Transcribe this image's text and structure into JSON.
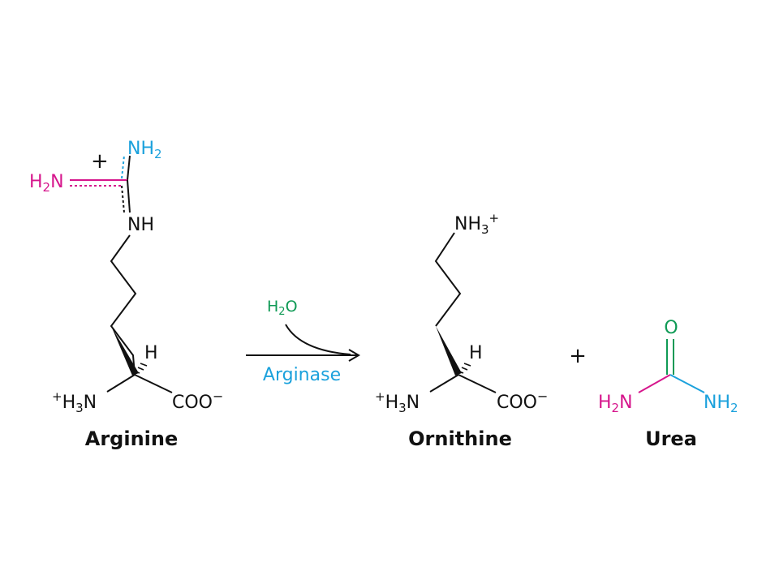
{
  "colors": {
    "ink": "#111111",
    "magenta": "#d6168c",
    "cyan": "#1ba1dc",
    "green": "#0f9a55"
  },
  "arginine": {
    "name": "Arginine",
    "nh2_top": "NH",
    "nh2_top_sub": "2",
    "h2n_left": "H",
    "h2n_left_sub": "2",
    "h2n_left_end": "N",
    "nh": "NH",
    "charge": "+",
    "alpha_h": "H",
    "amine_charge": "+",
    "amine_h": "H",
    "amine_sub": "3",
    "amine_n": "N",
    "carboxylate": "COO",
    "carboxylate_charge": "−"
  },
  "reaction": {
    "water_h": "H",
    "water_sub": "2",
    "water_o": "O",
    "enzyme": "Arginase"
  },
  "ornithine": {
    "name": "Ornithine",
    "amine_top": "NH",
    "amine_top_sub": "3",
    "amine_top_charge": "+",
    "alpha_h": "H",
    "amine_charge": "+",
    "amine_h": "H",
    "amine_sub": "3",
    "amine_n": "N",
    "carboxylate": "COO",
    "carboxylate_charge": "−"
  },
  "plus": "+",
  "urea": {
    "name": "Urea",
    "oxygen": "O",
    "left_h": "H",
    "left_sub": "2",
    "left_n": "N",
    "right_nh": "NH",
    "right_sub": "2"
  }
}
